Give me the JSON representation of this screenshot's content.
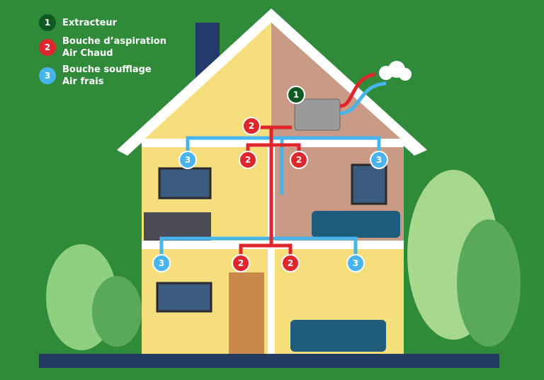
{
  "legend": [
    {
      "number": "1",
      "label": "Extracteur",
      "color": "#0f5a22"
    },
    {
      "number": "2",
      "label": "Bouche d’aspiration\nAir Chaud",
      "color": "#e0262d"
    },
    {
      "number": "3",
      "label": "Bouche soufflage\nAir frais",
      "color": "#47b4ee"
    }
  ],
  "colors": {
    "background": "#2f8a3a",
    "warm_air": "#e0262d",
    "fresh_air": "#47b4ee",
    "wall": "#f6de7c",
    "brick": "#c99b86"
  },
  "markers": {
    "one": "1",
    "two": "2",
    "three": "3"
  }
}
